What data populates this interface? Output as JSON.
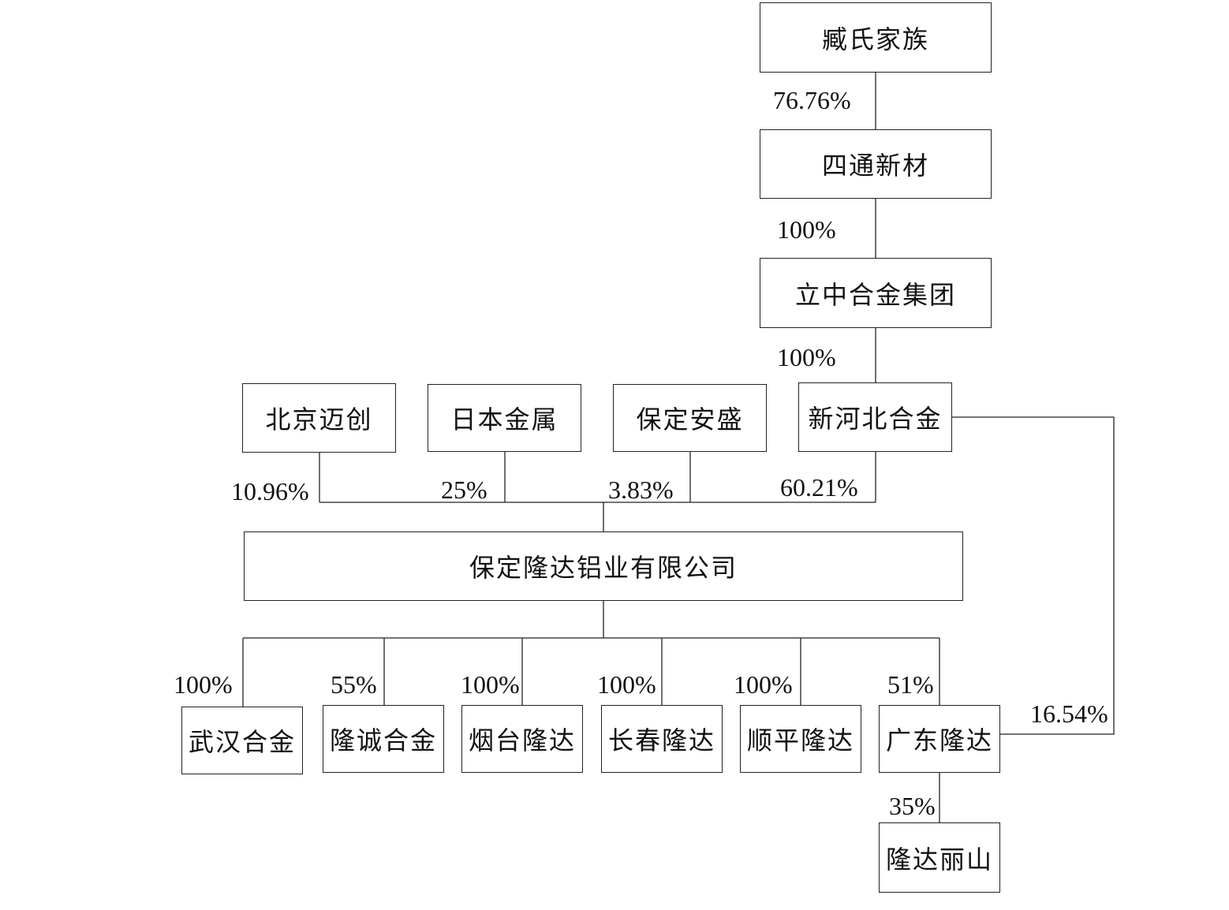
{
  "nodes": {
    "zang": "臧氏家族",
    "sitong": "四通新材",
    "lizhong": "立中合金集团",
    "beijing": "北京迈创",
    "riben": "日本金属",
    "baodinganshen": "保定安盛",
    "xinhebei": "新河北合金",
    "longda": "保定隆达铝业有限公司",
    "wuhan": "武汉合金",
    "longcheng": "隆诚合金",
    "yantai": "烟台隆达",
    "changchun": "长春隆达",
    "shunping": "顺平隆达",
    "guangdong": "广东隆达",
    "lishan": "隆达丽山"
  },
  "percentages": {
    "zang_sitong": "76.76%",
    "sitong_lizhong": "100%",
    "lizhong_xinhebei": "100%",
    "beijing_longda": "10.96%",
    "riben_longda": "25%",
    "anshen_longda": "3.83%",
    "xinhebei_longda": "60.21%",
    "longda_wuhan": "100%",
    "longda_longcheng": "55%",
    "longda_yantai": "100%",
    "longda_changchun": "100%",
    "longda_shunping": "100%",
    "longda_guangdong": "51%",
    "xinhebei_guangdong": "16.54%",
    "guangdong_lishan": "35%"
  }
}
